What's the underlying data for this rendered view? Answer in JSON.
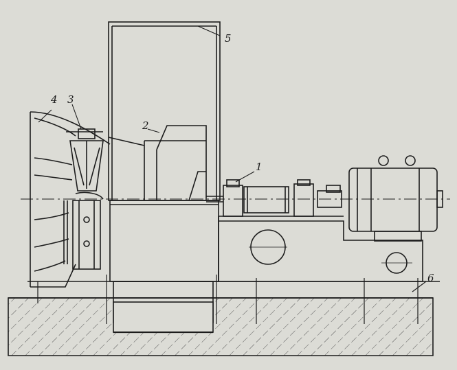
{
  "labels": {
    "l1": "1",
    "l2": "2",
    "l3": "3",
    "l4": "4",
    "l5": "5",
    "l6": "6"
  },
  "colors": {
    "paper": "#dcdcd6",
    "ink": "#1c1c1c",
    "hatch": "#444444"
  }
}
